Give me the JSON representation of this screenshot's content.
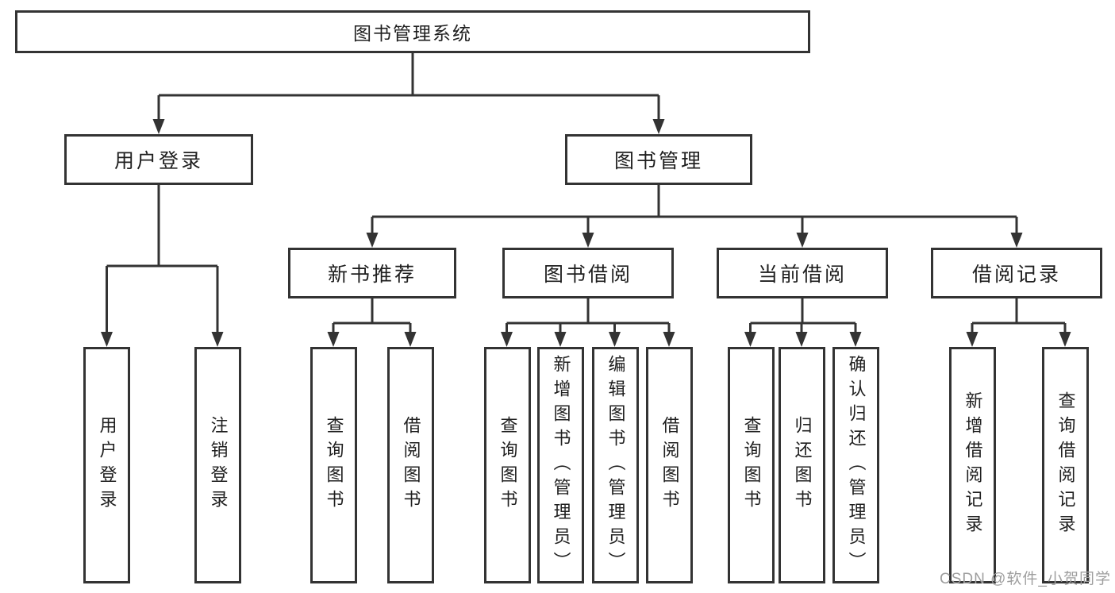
{
  "boxes": {
    "root": "图书管理系统",
    "level2": [
      "用户登录",
      "图书管理"
    ],
    "level3": [
      "新书推荐",
      "图书借阅",
      "当前借阅",
      "借阅记录"
    ],
    "leaves": [
      "用户登录",
      "注销登录",
      "查询图书",
      "借阅图书",
      "查询图书",
      "新增图书（管理员）",
      "编辑图书（管理员）",
      "借阅图书",
      "查询图书",
      "归还图书",
      "确认归还（管理员）",
      "新增借阅记录",
      "查询借阅记录"
    ]
  },
  "watermark": {
    "text": "CSDN @软件_小贺同学"
  },
  "colors": {
    "line": "#333333",
    "box_border": "#333333",
    "box_fill": "#ffffff",
    "text": "#1f1f1f",
    "watermark": "#9e9e9e",
    "background": "#ffffff"
  }
}
